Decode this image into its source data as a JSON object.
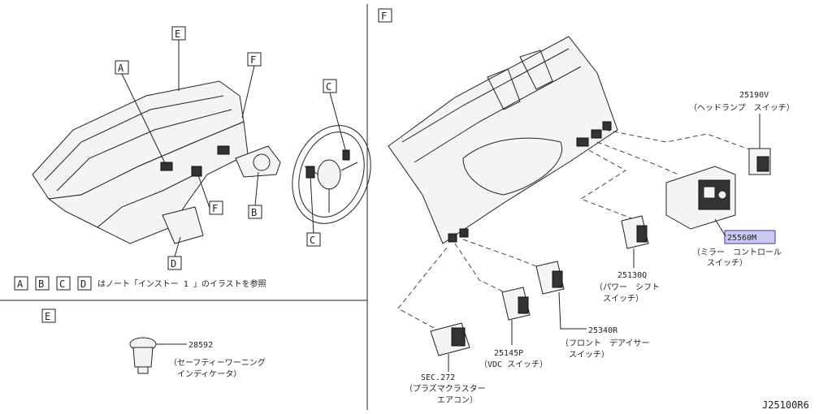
{
  "sections": {
    "top_left_labels": [
      "A",
      "B",
      "C",
      "D",
      "E",
      "F"
    ],
    "e_label": "E",
    "f_label": "F"
  },
  "note": {
    "boxes": [
      "A",
      "B",
      "C",
      "D"
    ],
    "text": "はノート「インストー 1 」のイラストを参照"
  },
  "callouts": {
    "a": "A",
    "e": "E",
    "f_top": "F",
    "c_top": "C",
    "f_mid": "F",
    "b": "B",
    "c_bottom": "C",
    "d": "D"
  },
  "parts": {
    "p28592": {
      "number": "28592",
      "name1": "（セーフティーワーニング",
      "name2": "インディケータ）"
    },
    "p25190v": {
      "number": "25190V",
      "name1": "（ヘッドランプ　スイッチ）"
    },
    "p25560m": {
      "number": "25560M",
      "name1": "（ミラー　コントロール",
      "name2": "スイッチ）"
    },
    "p25130q": {
      "number": "25130Q",
      "name1": "（パワー　シフト",
      "name2": "スイッチ）"
    },
    "p25340r": {
      "number": "25340R",
      "name1": "（フロント　デアイサー",
      "name2": "スイッチ）"
    },
    "p25145p": {
      "number": "25145P",
      "name1": "（VDC スイッチ）"
    },
    "sec272": {
      "number": "SEC.272",
      "name1": "（プラズマクラスター",
      "name2": "エアコン）"
    }
  },
  "diagram_code": "J25100R6",
  "colors": {
    "highlight": "#c9c9f2",
    "line": "#222222"
  }
}
